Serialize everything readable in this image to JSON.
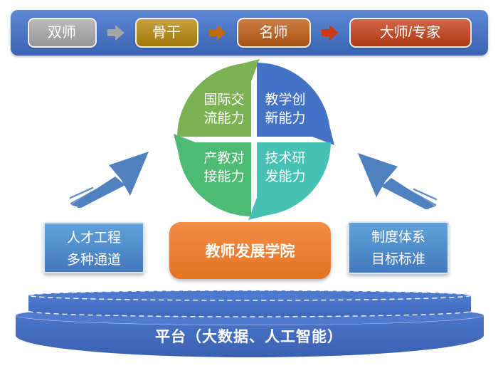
{
  "stage_bar": {
    "items": [
      {
        "label": "双师",
        "color": "#a8a8a8"
      },
      {
        "label": "骨干",
        "color": "#b5860b"
      },
      {
        "label": "名师",
        "color": "#bc5a12"
      },
      {
        "label": "大师/专家",
        "color": "#c23e16"
      }
    ],
    "arrows": [
      {
        "color": "#a6a6a6"
      },
      {
        "color": "#c06a0e"
      },
      {
        "color": "#c93a12"
      }
    ],
    "bar_color": "#4472c4"
  },
  "cycle": {
    "top_left": {
      "line1": "国际交",
      "line2": "流能力",
      "color": "#7db254"
    },
    "top_right": {
      "line1": "教学创",
      "line2": "新能力",
      "color": "#4472c4"
    },
    "bottom_left": {
      "line1": "产教对",
      "line2": "接能力",
      "color": "#4dbb74"
    },
    "bottom_right": {
      "line1": "技术研",
      "line2": "发能力",
      "color": "#46c2b4"
    }
  },
  "brush_arrows": {
    "color": "#4e81bd"
  },
  "side_boxes": {
    "left": {
      "line1": "人才工程",
      "line2": "多种通道",
      "color": "#519cd6"
    },
    "right": {
      "line1": "制度体系",
      "line2": "目标标准",
      "color": "#519cd6"
    }
  },
  "center_box": {
    "label": "教师发展学院",
    "color": "#ed7d31"
  },
  "platform": {
    "label": "平台（大数据、人工智能）",
    "color": "#4472c4"
  }
}
